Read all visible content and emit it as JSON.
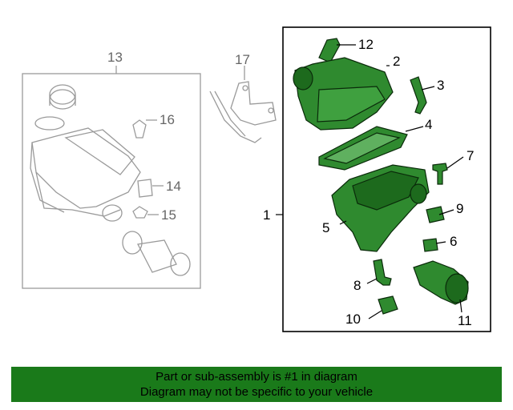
{
  "callouts": {
    "c1": "1",
    "c2": "2",
    "c3": "3",
    "c4": "4",
    "c5": "5",
    "c6": "6",
    "c7": "7",
    "c8": "8",
    "c9": "9",
    "c10": "10",
    "c11": "11",
    "c12": "12",
    "c13": "13",
    "c14": "14",
    "c15": "15",
    "c16": "16",
    "c17": "17"
  },
  "banner": {
    "line1": "Part or sub-assembly is #1 in diagram",
    "line2": "Diagram may not be specific to your vehicle"
  },
  "colors": {
    "part_fill": "#2f8a2f",
    "part_stroke": "#0a2a0a",
    "ghost_stroke": "#9a9a9a",
    "banner_bg": "#1a7a1a"
  }
}
